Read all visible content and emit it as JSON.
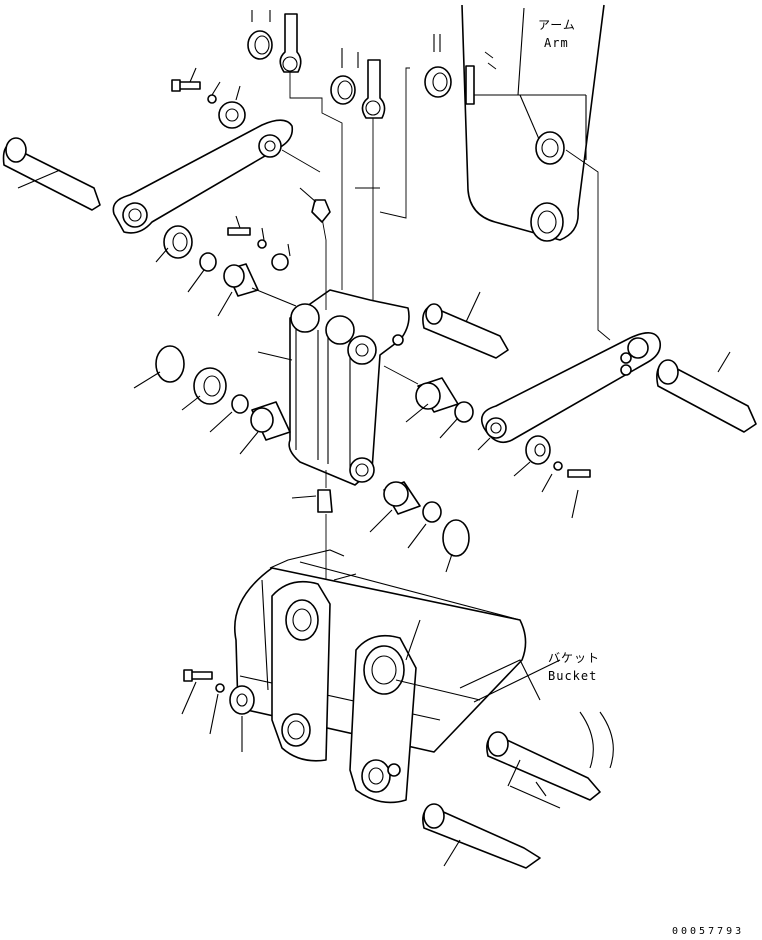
{
  "labels": {
    "arm_jp": "アーム",
    "arm_en": "Arm",
    "bucket_jp": "バケット",
    "bucket_en": "Bucket"
  },
  "caption": "00057793",
  "colors": {
    "ink": "#000000",
    "paper": "#ffffff"
  }
}
